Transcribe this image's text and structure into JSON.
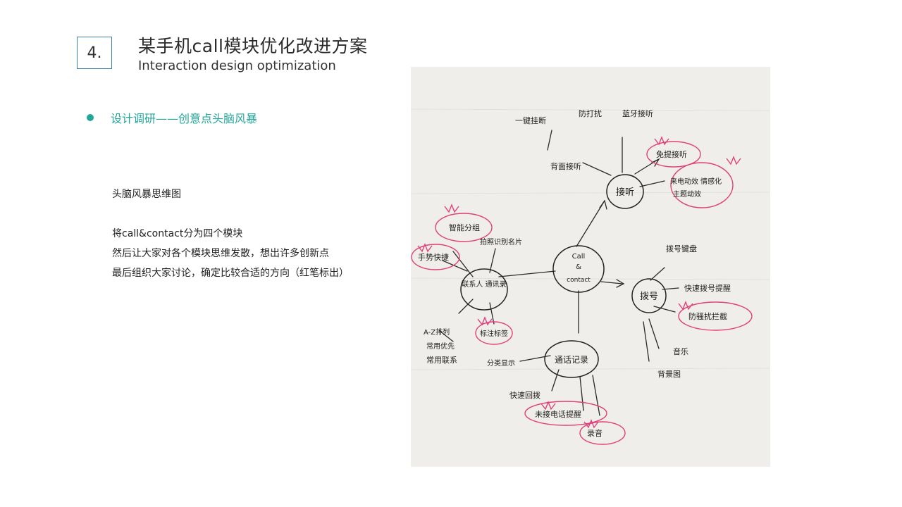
{
  "slide": {
    "number": "4.",
    "title": "某手机call模块优化改进方案",
    "subtitle": "Interaction design optimization",
    "section": "设计调研——创意点头脑风暴"
  },
  "body": {
    "heading": "头脑风暴思维图",
    "lines": [
      "将call&contact分为四个模块",
      "然后让大家对各个模块思维发散，想出许多创新点",
      "最后组织大家讨论，确定比较合适的方向（红笔标出）"
    ]
  },
  "mindmap": {
    "center": [
      "Call",
      "&",
      "contact"
    ],
    "answer": {
      "label": "接听",
      "ideas": [
        "一键挂断",
        "防打扰",
        "蓝牙接听",
        "背面接听",
        "免提接听",
        "来电动效 情感化",
        "主题动效"
      ]
    },
    "contact": {
      "label": "联系人 通讯录",
      "ideas": [
        "智能分组",
        "手势快捷",
        "拍照识别名片",
        "常用联系",
        "A-Z排列",
        "常用优先",
        "标注标签"
      ]
    },
    "dial": {
      "label": "拨号",
      "ideas": [
        "拨号键盘",
        "快速拨号提醒",
        "防骚扰拦截",
        "音乐",
        "背景图"
      ]
    },
    "log": {
      "label": "通话记录",
      "ideas": [
        "分类显示",
        "快速回拨",
        "未接电话提醒",
        "录音"
      ]
    }
  }
}
